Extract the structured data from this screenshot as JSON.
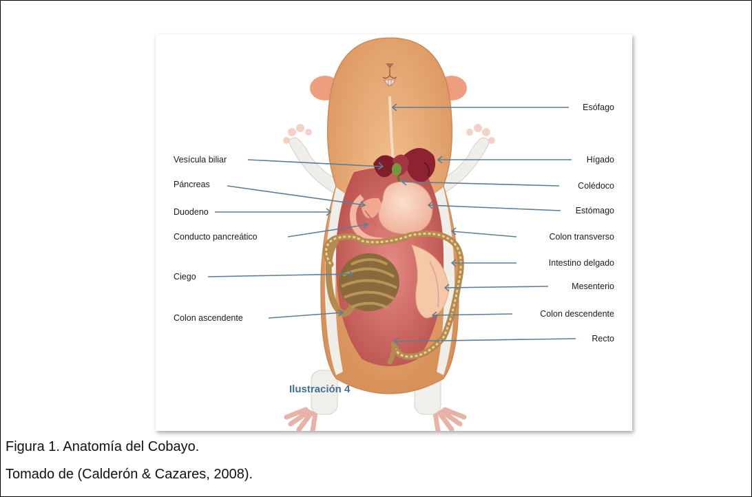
{
  "labels": {
    "esofago": "Esófago",
    "vesicula": "Vesícula biliar",
    "higado": "Hígado",
    "pancreas": "Páncreas",
    "coledoco": "Colédoco",
    "duodeno": "Duodeno",
    "estomago": "Estómago",
    "conducto": "Conducto pancreático",
    "colon_transverso": "Colon transverso",
    "intestino": "Intestino delgado",
    "ciego": "Ciego",
    "mesenterio": "Mesenterio",
    "colon_ascendente": "Colon ascendente",
    "colon_descendente": "Colon descendente",
    "recto": "Recto"
  },
  "illustration_label": "Ilustración 4",
  "caption": {
    "line1": "Figura 1. Anatomía del Cobayo.",
    "line2": "Tomado de (Calderón & Cazares, 2008)."
  },
  "colors": {
    "fur": "#e8a870",
    "belly": "#f2f0ec",
    "leader": "#5d7d96",
    "illustration_text": "#3f6f9a"
  }
}
